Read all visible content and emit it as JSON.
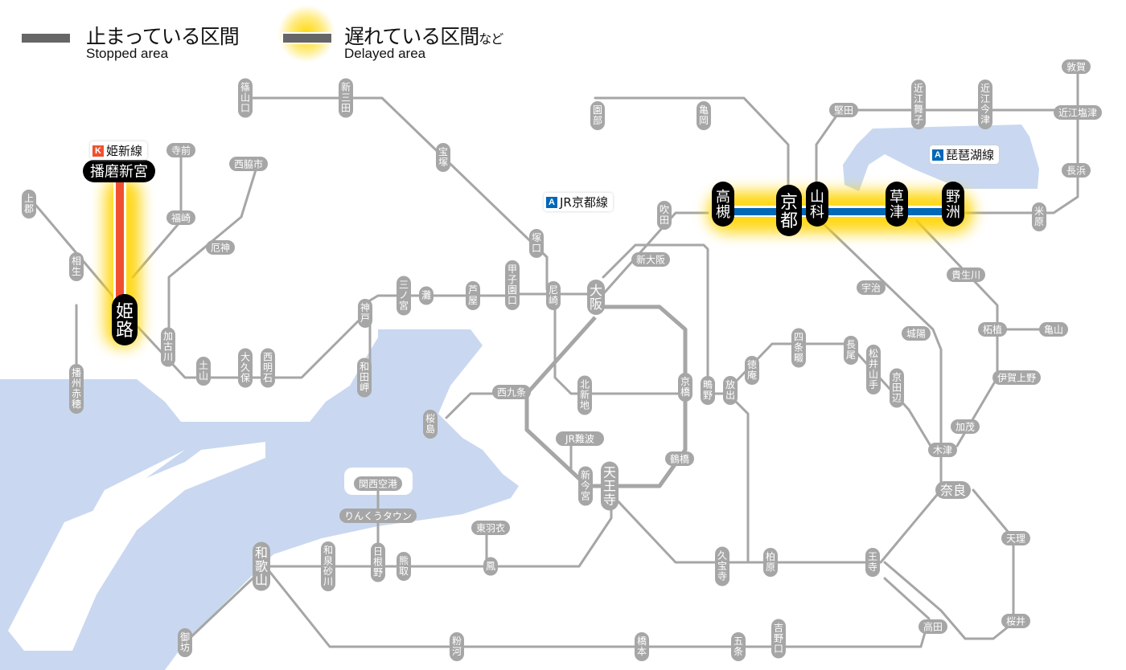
{
  "legend": {
    "stopped": {
      "jp": "止まっている区間",
      "en": "Stopped area"
    },
    "delayed": {
      "jp": "遅れている区間",
      "jp_suffix": "など",
      "en": "Delayed area"
    }
  },
  "colors": {
    "sea": "#c9d8f0",
    "line_gray": "#a6a6a6",
    "station_gray": "#a6a6a6",
    "delay_glow": "#ffd400",
    "kyoto_line_blue": "#0068b7",
    "kishin_line_red": "#f05030",
    "station_active": "#000000",
    "badge_A": "#0068b7",
    "badge_K": "#f05030"
  },
  "line_labels": [
    {
      "id": "kishin",
      "badge": "K",
      "name": "姫新線",
      "status": "delayed"
    },
    {
      "id": "jr-kyoto",
      "badge": "A",
      "name": "JR京都線",
      "status": "delayed"
    },
    {
      "id": "biwako",
      "badge": "A",
      "name": "琵琶湖線",
      "status": "delayed"
    }
  ],
  "active_stations": [
    "播磨新宮",
    "姫路",
    "高槻",
    "京都",
    "山科",
    "草津",
    "野洲"
  ],
  "stations": [
    "篠山口",
    "新三田",
    "宝塚",
    "塚口",
    "尼崎",
    "甲子園口",
    "芦屋",
    "灘",
    "三ノ宮",
    "神戸",
    "和田岬",
    "西明石",
    "大久保",
    "土山",
    "加古川",
    "厄神",
    "西脇市",
    "福崎",
    "寺前",
    "相生",
    "上郡",
    "播州赤穂",
    "園部",
    "亀岡",
    "吹田",
    "新大阪",
    "大阪",
    "北新地",
    "西九条",
    "桜島",
    "京橋",
    "鴫野",
    "放出",
    "鶴橋",
    "JR難波",
    "新今宮",
    "天王寺",
    "関西空港",
    "りんくうタウン",
    "東羽衣",
    "鳳",
    "熊取",
    "日根野",
    "和泉砂川",
    "和歌山",
    "御坊",
    "粉河",
    "橋本",
    "五条",
    "吉野口",
    "高田",
    "王寺",
    "柏原",
    "久宝寺",
    "徳庵",
    "四条畷",
    "長尾",
    "松井山手",
    "京田辺",
    "木津",
    "奈良",
    "天理",
    "桜井",
    "加茂",
    "伊賀上野",
    "柘植",
    "亀山",
    "貴生川",
    "城陽",
    "宇治",
    "堅田",
    "近江舞子",
    "近江今津",
    "近江塩津",
    "敦賀",
    "長浜",
    "米原"
  ]
}
